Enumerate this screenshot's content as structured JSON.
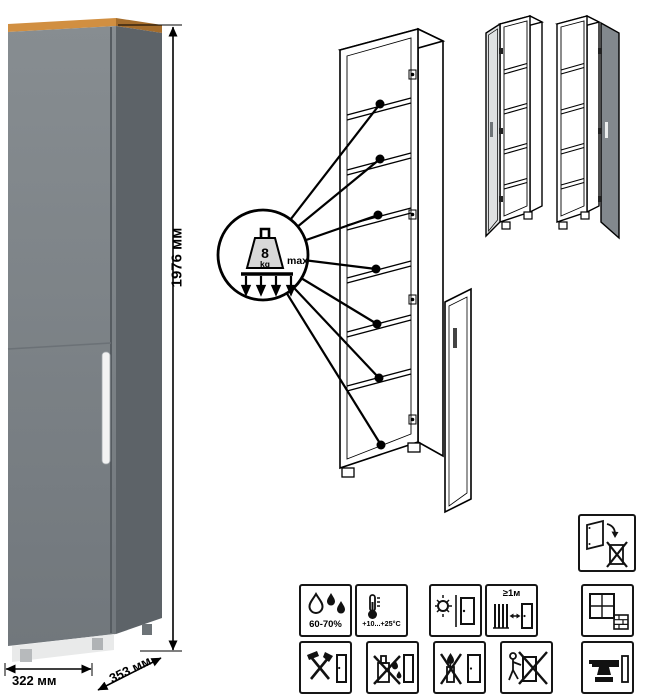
{
  "product": {
    "height_label": "1976 мм",
    "width_label": "322 мм",
    "depth_label": "353 мм"
  },
  "weight_callout": {
    "value": "8",
    "unit": "kg",
    "max_label": "max"
  },
  "care": {
    "humidity": "60-70%",
    "temperature": "+10...+25°C",
    "heater_distance": "≥1м"
  },
  "icons": {
    "row1": [
      "humidity-icon",
      "temperature-icon",
      "no-direct-sunlight-icon",
      "heater-distance-icon",
      "indoor-use-icon"
    ],
    "row2": [
      "no-impact-tools-icon",
      "no-aggressive-cleaners-icon",
      "no-open-flame-icon",
      "do-not-drag-icon",
      "no-heavy-load-icon"
    ],
    "standalone": "door-adjustment-icon"
  },
  "views": {
    "door_variants": [
      "door-hinged-left",
      "door-hinged-right"
    ]
  },
  "colors": {
    "cabinet_front": "#7d8387",
    "cabinet_side": "#5d6368",
    "wood_trim": "#d18f41",
    "door_variant_fill": "#82888d",
    "line": "#000000",
    "background": "#ffffff"
  }
}
